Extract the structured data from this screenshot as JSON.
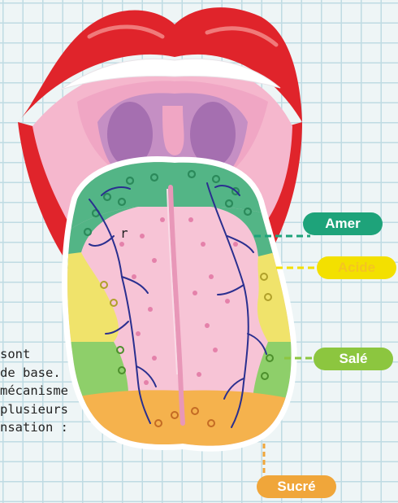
{
  "labels": {
    "amer": "Amer",
    "acide": "Acide",
    "sale": "Salé",
    "sucre": "Sucré"
  },
  "colors": {
    "amer": "#1ea37a",
    "acide": "#f3e000",
    "acide_text": "#f5c520",
    "sale": "#8cc63f",
    "sucre": "#f0a63a",
    "grid_line": "#bfdbe3",
    "background": "#eef5f6"
  },
  "text": {
    "fragment_r": "r",
    "lines": [
      "sont",
      "de base.",
      "mécanisme",
      "plusieurs",
      "nsation :"
    ]
  }
}
